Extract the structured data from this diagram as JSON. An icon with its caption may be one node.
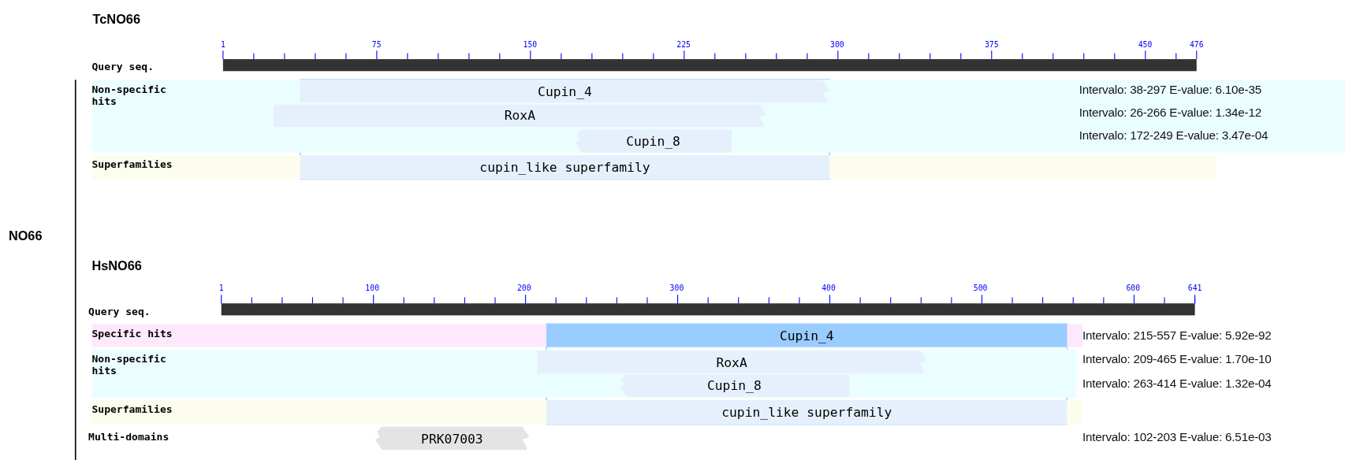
{
  "diagram": {
    "nodes": [
      {
        "text": [
          "Non-specific hits"
        ]
      },
      {
        "text": [
          "Cupin_4"
        ],
        "in": 0
      },
      {
        "text": [
          "RoxA"
        ],
        "in": 0
      },
      {
        "text": [
          "Cupin_8"
        ],
        "in": 0
      },
      {
        "text": [
          "Superfamilies"
        ]
      },
      {
        "text": [
          "cupin_like superfamily"
        ],
        "in": 4
      },
      {
        "text": [
          "Specific hits"
        ]
      },
      {
        "text": [
          "Cupin_4"
        ],
        "in": 6
      },
      {
        "text": [
          "Non-specific hits"
        ]
      },
      {
        "text": [
          "RoxA"
        ],
        "in": 8
      },
      {
        "text": [
          "Cupin_8"
        ],
        "in": 8
      },
      {
        "text": [
          "Superfamilies"
        ]
      },
      {
        "text": [
          "cupin_like superfamily"
        ],
        "in": 11
      },
      {
        "text": [
          "PRK07003"
        ]
      }
    ],
    "labels": [
      "TcNO66",
      "1",
      "75",
      "150",
      "225",
      "300",
      "375",
      "450",
      "476",
      "Query seq.",
      "Intervalo: 38-297 E-value: 6.10e-35",
      "Intervalo: 26-266 E-value: 1.34e-12",
      "Intervalo: 172-249 E-value: 3.47e-04",
      "NO66",
      "HsNO66",
      "1",
      "100",
      "200",
      "300",
      "400",
      "500",
      "600",
      "641",
      "Query seq.",
      "Intervalo: 215-557 E-value: 5.92e-92",
      "Intervalo: 209-465 E-value: 1.70e-10",
      "Intervalo: 263-414 E-value: 1.32e-04",
      "Multi-domains",
      "Intervalo: 102-203 E-value: 6.51e-03"
    ]
  }
}
